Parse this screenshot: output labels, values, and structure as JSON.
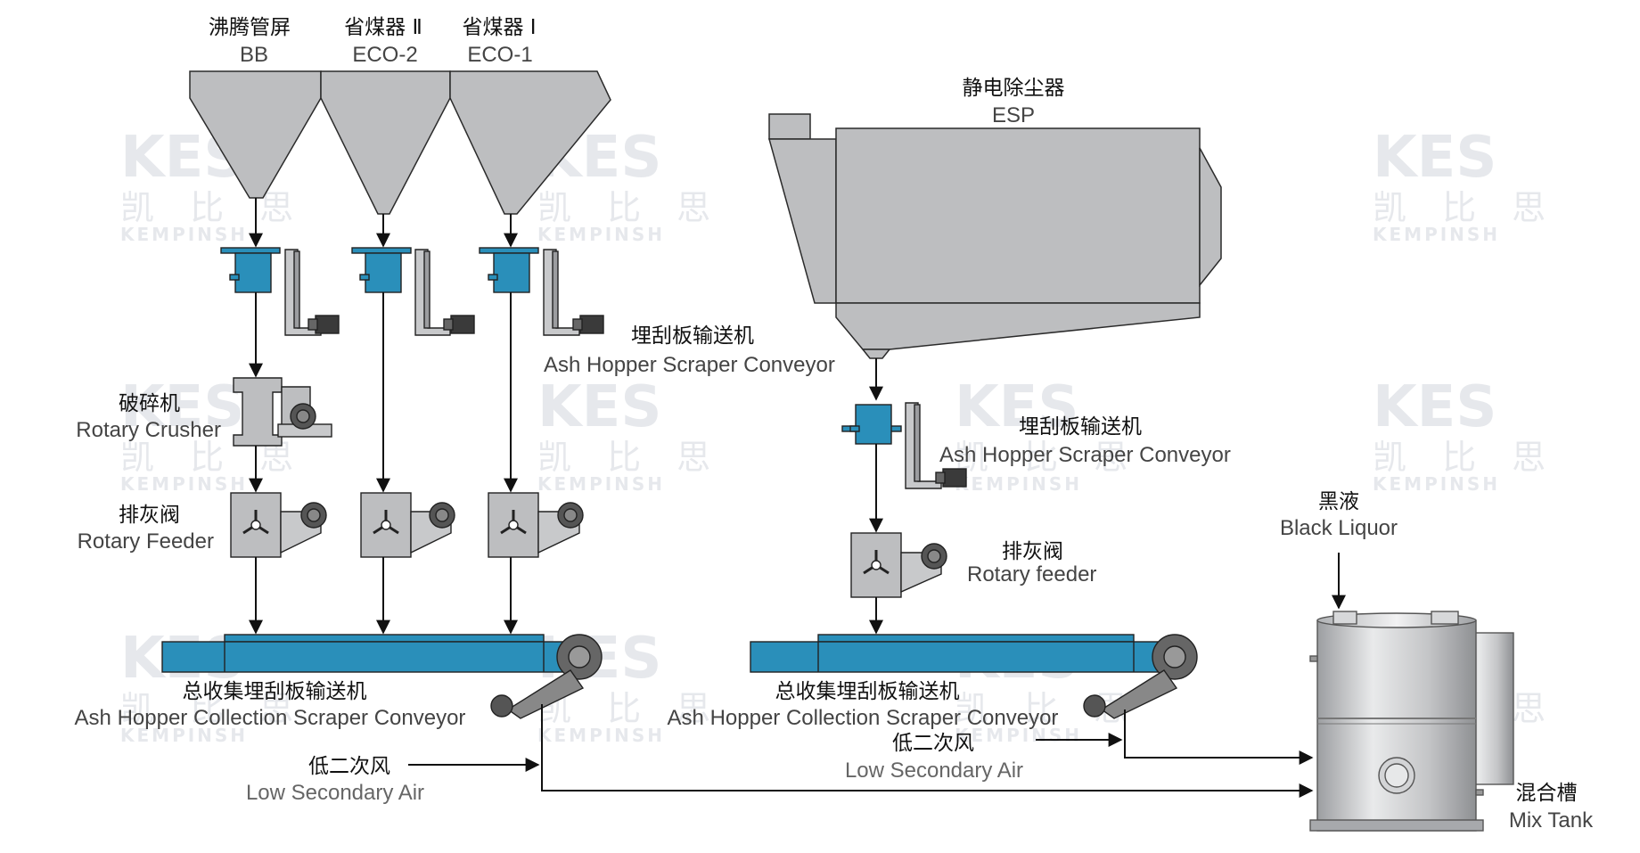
{
  "watermark": {
    "brand": "KES",
    "brand_zh": "凯 比 思",
    "brand_en": "KEMPINSH"
  },
  "hoppers": [
    {
      "zh": "沸腾管屏",
      "en": "BB"
    },
    {
      "zh": "省煤器 Ⅱ",
      "en": "ECO-2"
    },
    {
      "zh": "省煤器 Ⅰ",
      "en": "ECO-1"
    }
  ],
  "esp": {
    "zh": "静电除尘器",
    "en": "ESP"
  },
  "scraper_left": {
    "zh": "埋刮板输送机",
    "en": "Ash Hopper Scraper Conveyor"
  },
  "scraper_right": {
    "zh": "埋刮板输送机",
    "en": "Ash Hopper Scraper Conveyor"
  },
  "crusher": {
    "zh": "破碎机",
    "en": "Rotary Crusher"
  },
  "feeder_left": {
    "zh": "排灰阀",
    "en": "Rotary Feeder"
  },
  "feeder_right": {
    "zh": "排灰阀",
    "en": "Rotary feeder"
  },
  "collection_left": {
    "zh": "总收集埋刮板输送机",
    "en": "Ash Hopper Collection Scraper Conveyor"
  },
  "collection_right": {
    "zh": "总收集埋刮板输送机",
    "en": "Ash Hopper Collection Scraper Conveyor"
  },
  "air_left": {
    "zh": "低二次风",
    "en": "Low Secondary Air"
  },
  "air_right": {
    "zh": "低二次风",
    "en": "Low Secondary Air"
  },
  "black_liquor": {
    "zh": "黑液",
    "en": "Black Liquor"
  },
  "mix_tank": {
    "zh": "混合槽",
    "en": "Mix Tank"
  },
  "colors": {
    "equipment_blue": "#2a8fba",
    "hopper_grey": "#bdbec0",
    "line": "#111111"
  }
}
